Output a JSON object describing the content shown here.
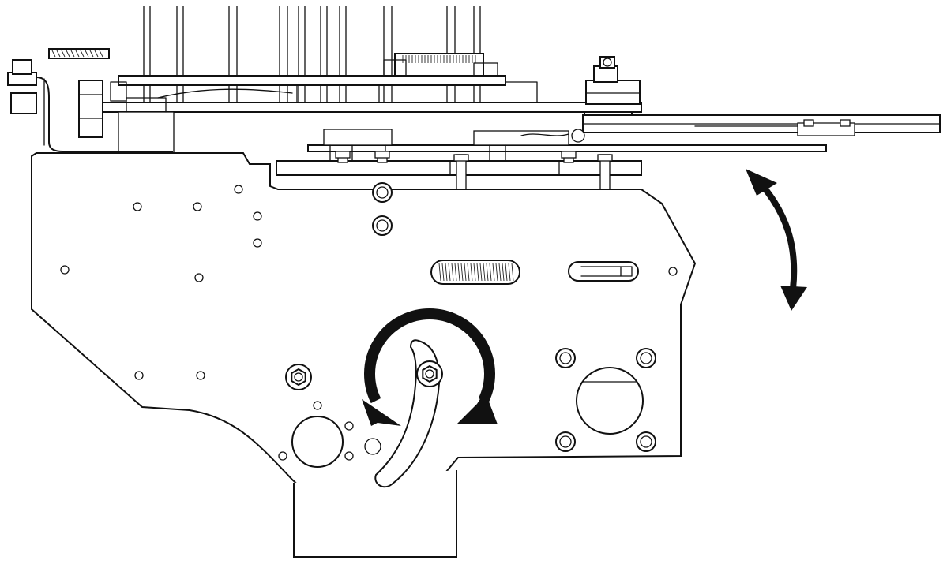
{
  "drawing": {
    "kind": "mechanical line drawing",
    "line_color": "#111111",
    "background": "#ffffff",
    "arrow_color": "#111111",
    "callouts": [
      {
        "id": "rotate",
        "icon": "double-curved-arrow-circular"
      },
      {
        "id": "swing",
        "icon": "double-headed-arc-arrow"
      }
    ],
    "text": []
  }
}
